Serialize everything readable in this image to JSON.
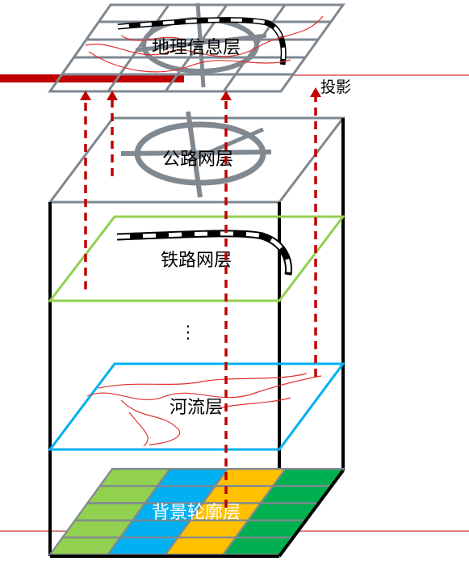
{
  "layers": {
    "geo": "地理信息层",
    "road": "公路网层",
    "rail": "铁路网层",
    "ellipsis": "⋮",
    "river": "河流层",
    "background": "背景轮廓层"
  },
  "projection_label": "投影",
  "colors": {
    "accent_red": "#c00000",
    "box_gray": "#7f8891",
    "edge_black": "#000000",
    "rail_plane": "#92d050",
    "river_plane": "#00b0f0",
    "grid_green_light": "#92d050",
    "grid_blue": "#00b0f0",
    "grid_yellow": "#ffc000",
    "grid_green_dark": "#00b050",
    "river_line": "#e03030",
    "road_gray": "#808890"
  }
}
